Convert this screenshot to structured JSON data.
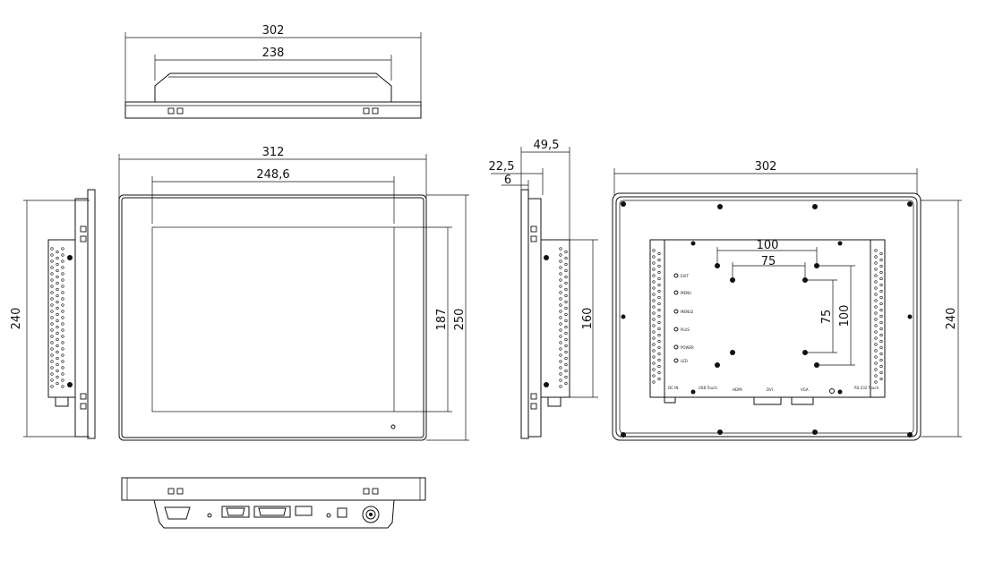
{
  "dimensions": {
    "top_view_outer_width": "302",
    "top_view_inner_width": "238",
    "front_outer_width": "312",
    "front_display_width": "248,6",
    "front_outer_height": "250",
    "front_display_height": "187",
    "left_side_height": "240",
    "right_side_depth_total": "49,5",
    "right_side_depth_mid": "22,5",
    "right_side_depth_front": "6",
    "right_side_bracket_height": "160",
    "rear_outer_width": "302",
    "rear_outer_height": "240",
    "vesa_100_horizontal": "100",
    "vesa_75_horizontal": "75",
    "vesa_75_vertical": "75",
    "vesa_100_vertical": "100"
  },
  "rear_panel_labels": {
    "leds": [
      "EXIT",
      "MENU",
      "MENU2",
      "PLUS",
      "POWER",
      "LED"
    ],
    "bottom_ports": [
      "DC IN",
      "USB Touch",
      "HDMI",
      "DVI",
      "VGA",
      "RS-232 Touch"
    ]
  }
}
